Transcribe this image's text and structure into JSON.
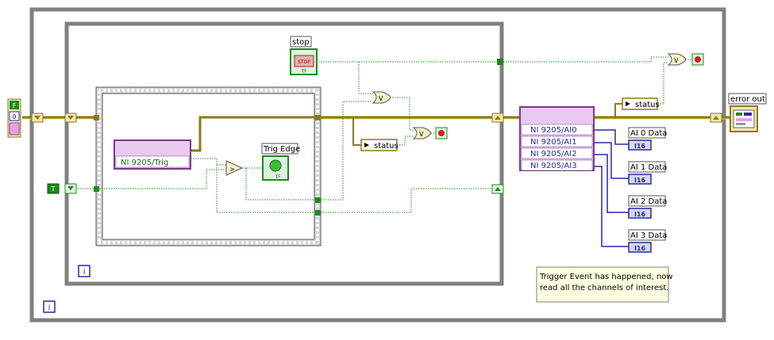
{
  "constants": {
    "false_const": "F",
    "numeric_const": "0",
    "true_const": "T"
  },
  "controls": {
    "stop_label": "stop",
    "stop_button": "STOP",
    "stop_tf": "TF"
  },
  "indicators": {
    "trig_edge_label": "Trig Edge",
    "trig_edge_tf": "TF",
    "error_out_label": "error out"
  },
  "channels": {
    "trigger_node": "NI 9205/Trig",
    "ai_nodes": [
      "NI 9205/AI0",
      "NI 9205/AI1",
      "NI 9205/AI2",
      "NI 9205/AI3"
    ]
  },
  "status_labels": [
    "status",
    "status"
  ],
  "ai_indicators": [
    {
      "label": "AI 0 Data",
      "type": "I16"
    },
    {
      "label": "AI 1 Data",
      "type": "I16"
    },
    {
      "label": "AI 2 Data",
      "type": "I16"
    },
    {
      "label": "AI 3 Data",
      "type": "I16"
    }
  ],
  "loop_iteration_label": "i",
  "note": {
    "line1": "Trigger Event has happened, now",
    "line2": "read all the channels of interest."
  },
  "colors": {
    "error_wire": "#8b7a1c",
    "boolean_wire": "#1f8a1f",
    "integer_wire": "#2a2aa0",
    "daqmx_node": "#e9c9f0",
    "note_bg": "#ffffe1"
  }
}
